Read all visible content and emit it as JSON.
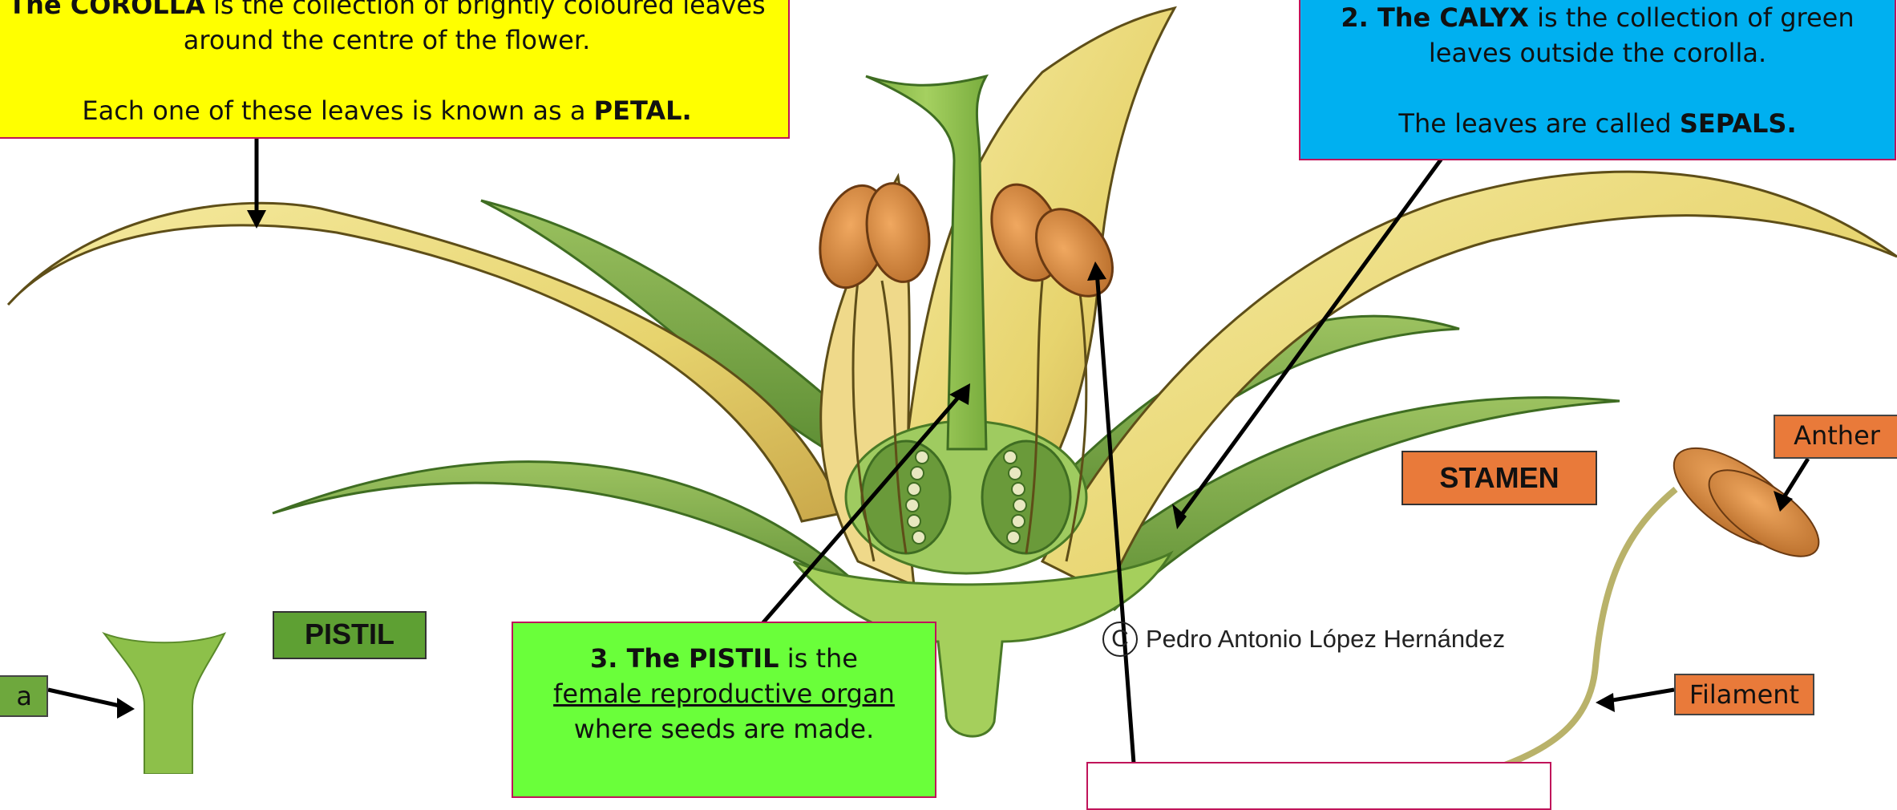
{
  "corolla": {
    "heading": "The COROLLA",
    "line1_rest": " is the collection of brightly coloured leaves",
    "line2": "around the centre of the flower.",
    "line3_start": "Each one of these leaves is known as a ",
    "line3_bold": "PETAL."
  },
  "calyx": {
    "heading": "2. The CALYX",
    "line1_rest": " is the collection of green",
    "line2": "leaves outside the corolla.",
    "line3_start": "The leaves are called ",
    "line3_bold": "SEPALS."
  },
  "pistil_box": {
    "heading": "3. The PISTIL",
    "is": " is the ",
    "underlined": "female reproductive organ ",
    "rest": "where seeds are made."
  },
  "labels": {
    "pistil_title": "PISTIL",
    "stamen_title": "STAMEN",
    "stigma_partial": "a",
    "anther": "Anther",
    "filament": "Filament"
  },
  "credit": {
    "symbol": "C",
    "name": "Pedro Antonio López Hernández"
  },
  "colors": {
    "corolla_box": "#ffff00",
    "calyx_box": "#00b0f0",
    "pistil_box": "#6aff3a",
    "stamen_tag": "#e97a3a",
    "pistil_tag": "#5ea033",
    "petal_yellow": "#e9d97a",
    "sepal_green": "#7fae4a",
    "pistil_green": "#8cc04a",
    "anther_orange": "#d08a3a"
  }
}
